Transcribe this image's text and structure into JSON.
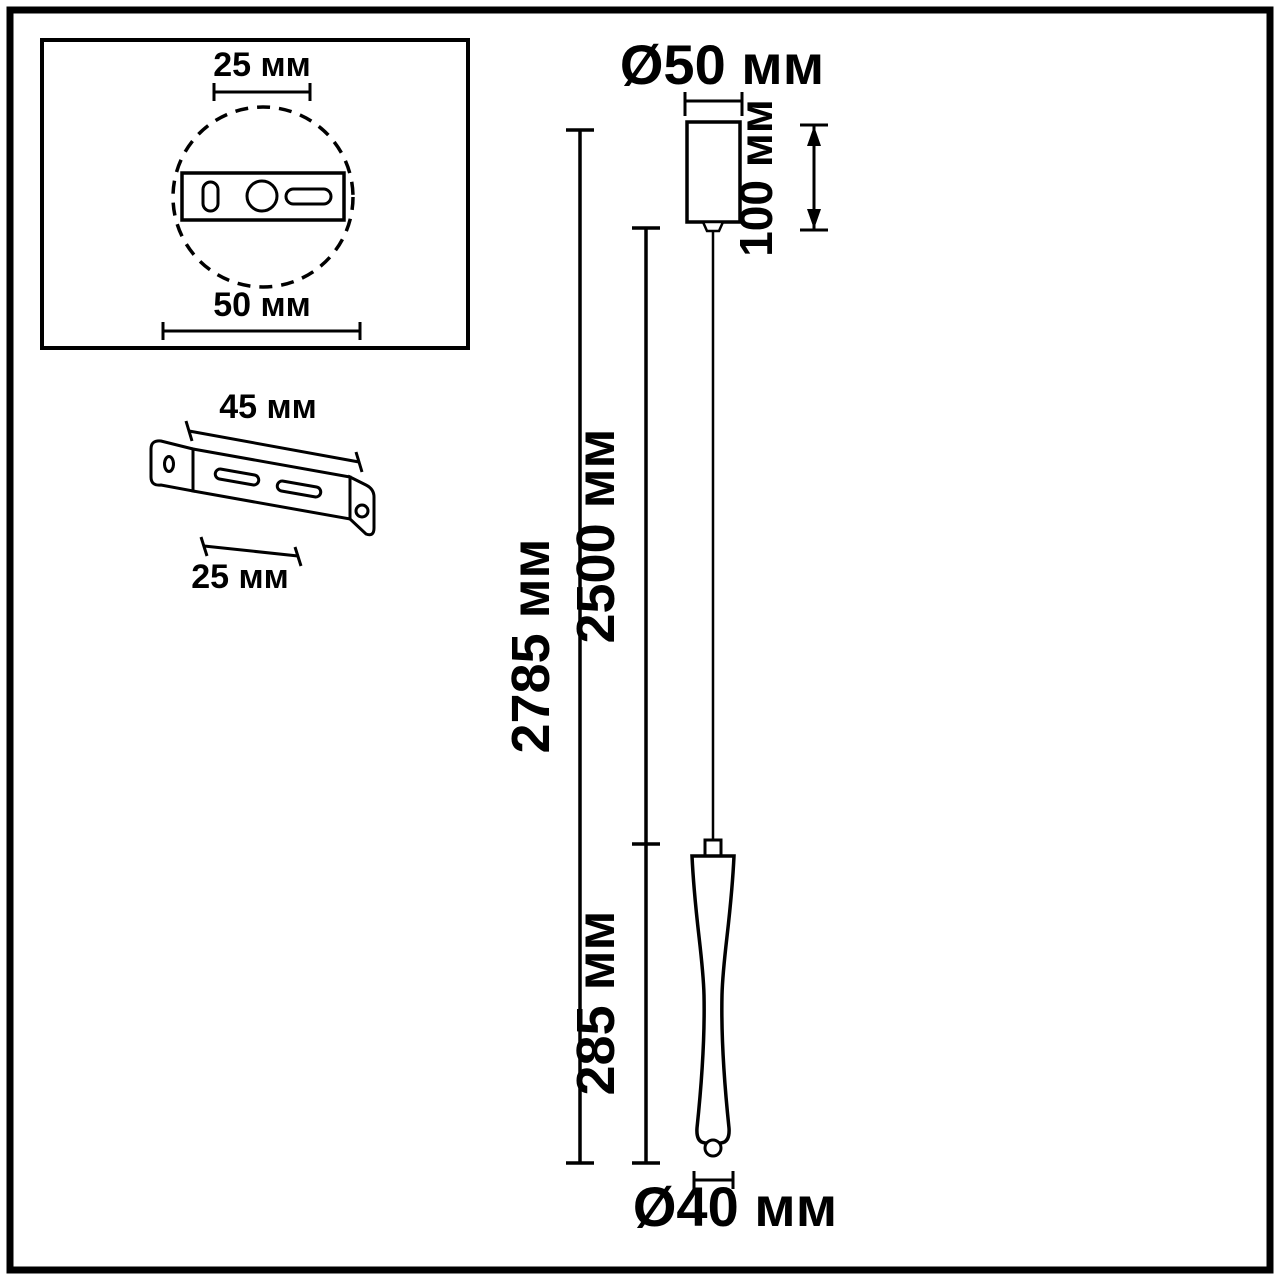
{
  "colors": {
    "line": "#000000",
    "background": "#ffffff"
  },
  "labels": {
    "plate_hole_spacing": "25 мм",
    "plate_width": "50 мм",
    "bracket_width": "45 мм",
    "bracket_slot_spacing": "25 мм",
    "canopy_diameter": "Ø50 мм",
    "canopy_height": "100 мм",
    "total_height": "2785 мм",
    "cable_length": "2500 мм",
    "body_height": "285 мм",
    "body_diameter": "Ø40 мм"
  }
}
